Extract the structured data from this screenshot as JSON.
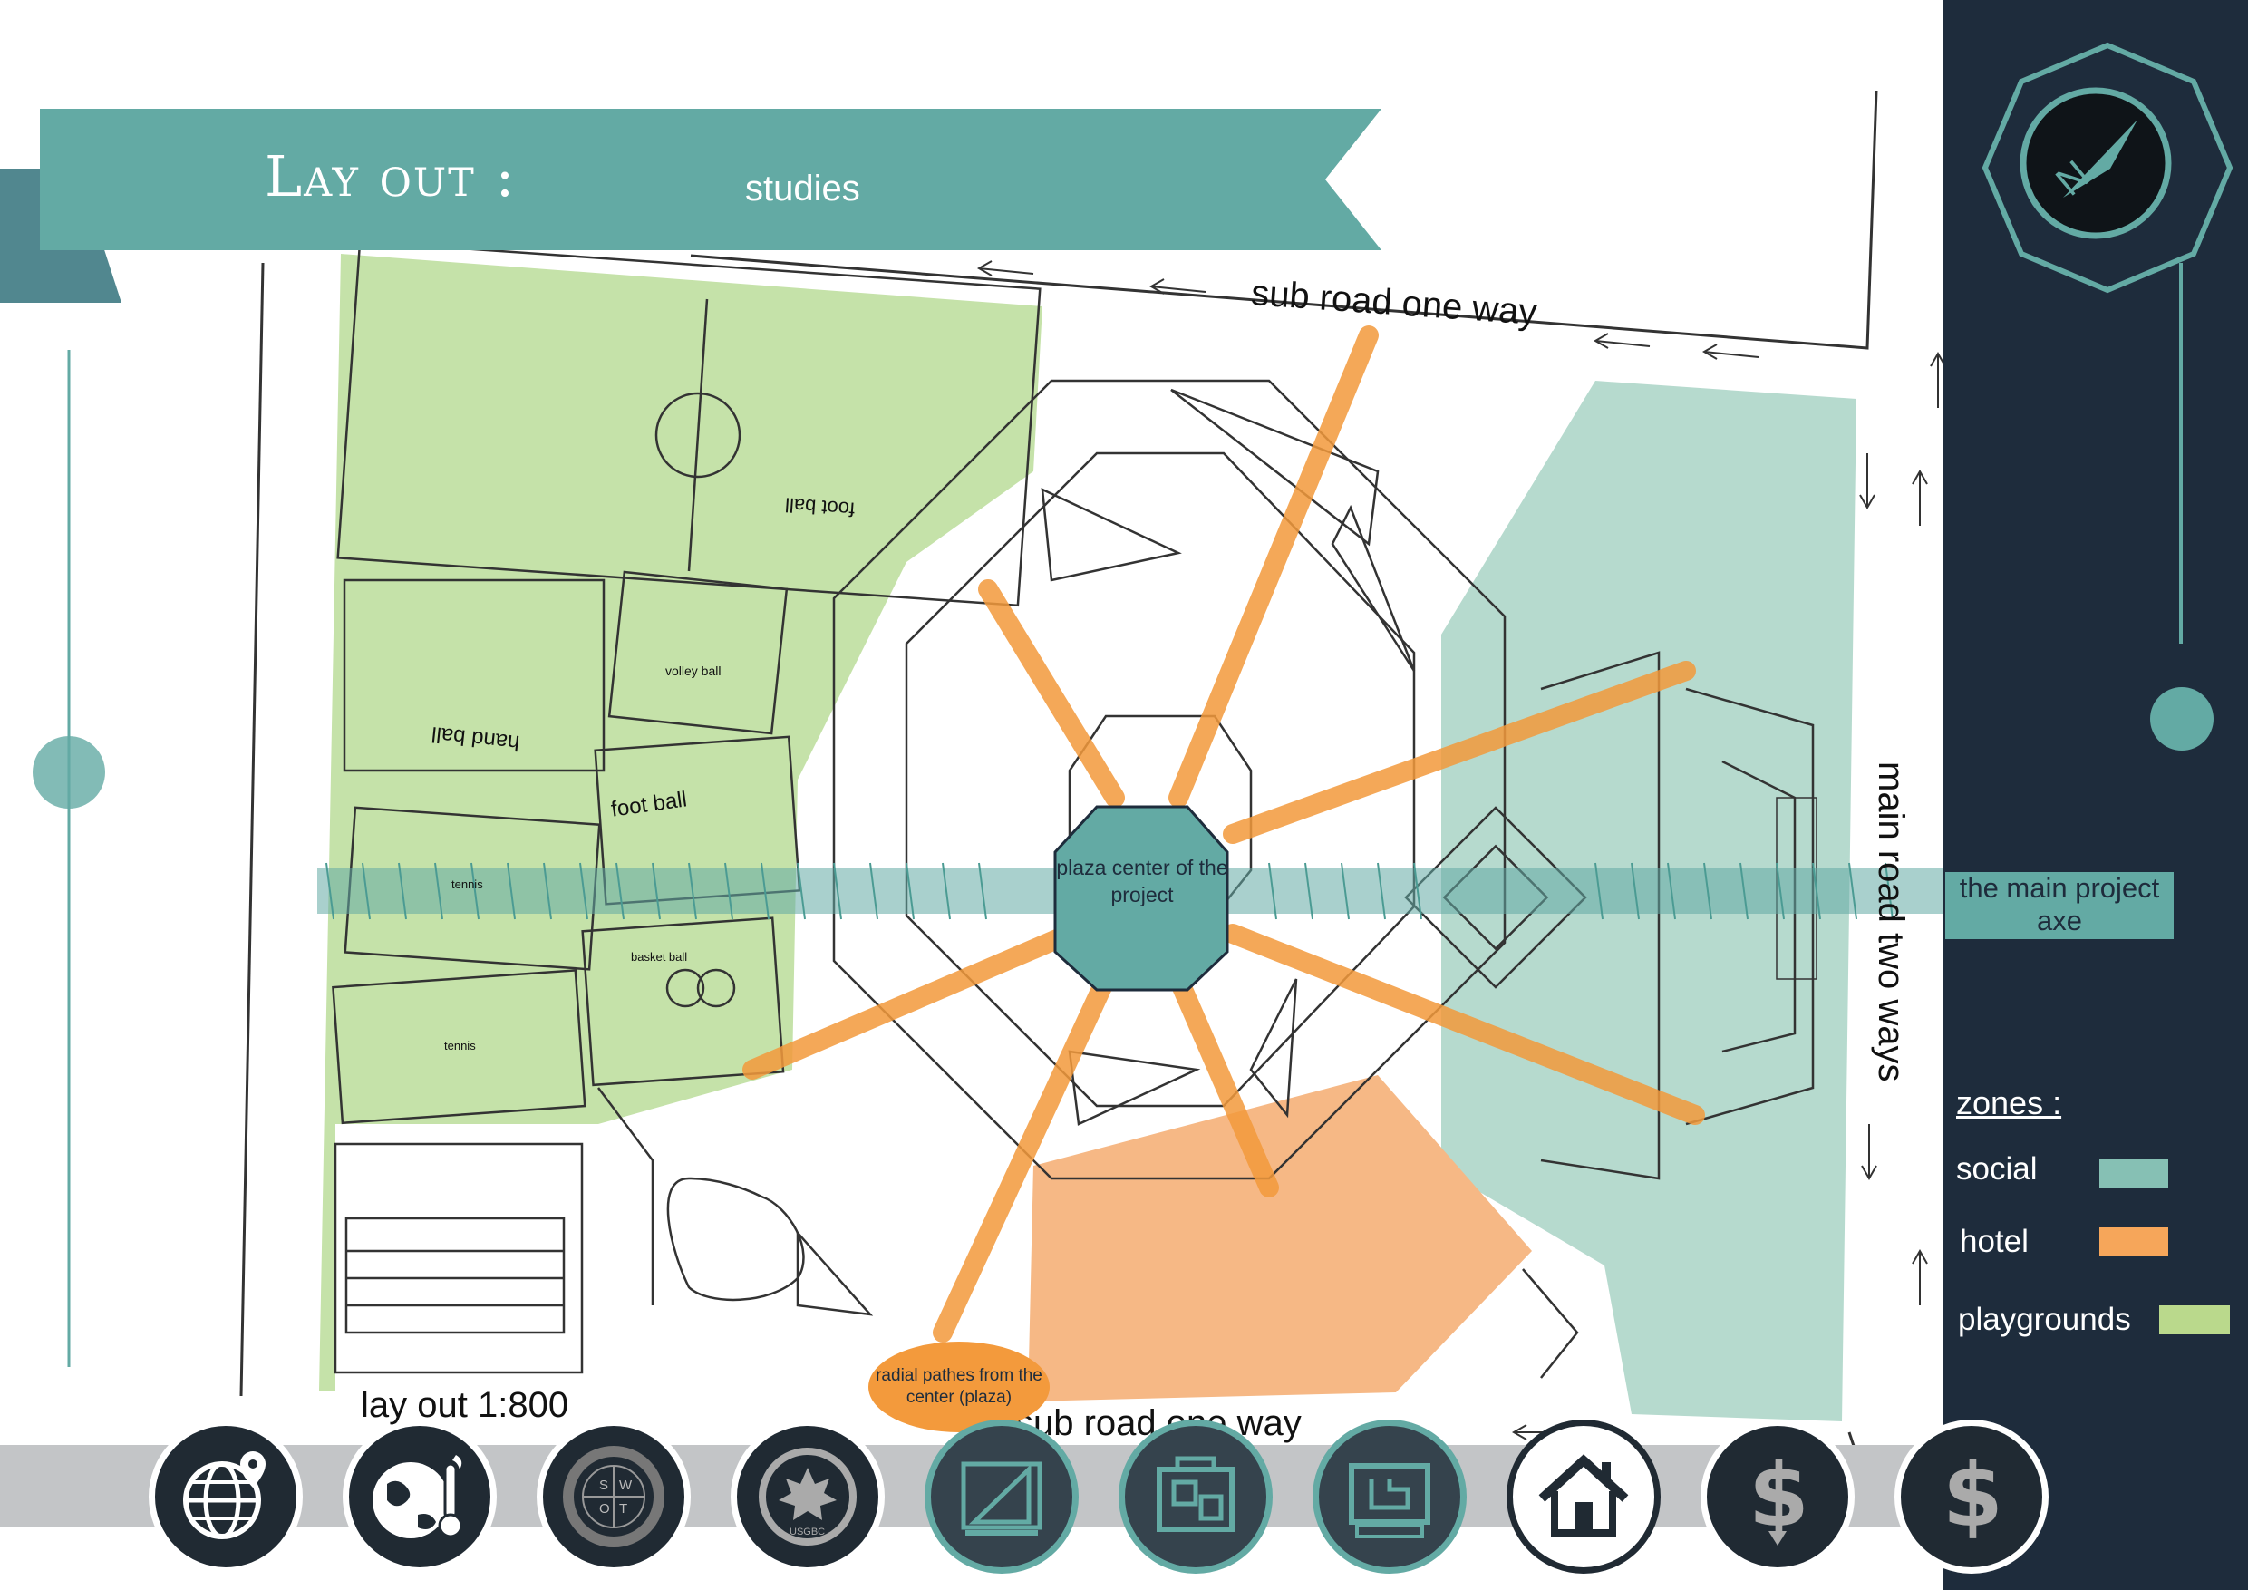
{
  "header": {
    "title": "Lay out :",
    "subtitle": "studies"
  },
  "plan": {
    "sub_road_top": "sub road one way",
    "sub_road_bottom": "sub road one way",
    "main_road": "main road two ways",
    "scale_label": "lay out  1:800",
    "plaza_label": "plaza center of the project",
    "radial_label": "radial pathes from the center (plaza)",
    "fields": {
      "football_big": "foot ball",
      "handball": "hand ball",
      "volleyball": "volley ball",
      "football_small": "foot ball",
      "tennis": "tennis",
      "basketball": "basket ball",
      "tennis_2": "tennis"
    }
  },
  "sidebar": {
    "axe_label": "the main project axe",
    "zones_title": "zones :",
    "zones": [
      {
        "label": "social",
        "color": "#86c0b4"
      },
      {
        "label": "hotel",
        "color": "#f6a65a"
      },
      {
        "label": "playgrounds",
        "color": "#bad98c"
      }
    ]
  },
  "colors": {
    "teal": "#63aaa4",
    "navy": "#1e2c3c",
    "green": "#c5e2a9",
    "orange": "#f6b885",
    "grey": "#c3c5c7"
  },
  "toolbar": {
    "icons": [
      "globe-pin-icon",
      "earth-thermometer-icon",
      "swot-icon",
      "usgbc-icon",
      "ruler-plan-icon",
      "floor-plan-icon",
      "blueprint-icon",
      "house-icon",
      "dollar-down-icon",
      "dollar-icon"
    ],
    "swot_letters": [
      "S",
      "W",
      "O",
      "T"
    ],
    "usgbc_text": "USGBC"
  }
}
